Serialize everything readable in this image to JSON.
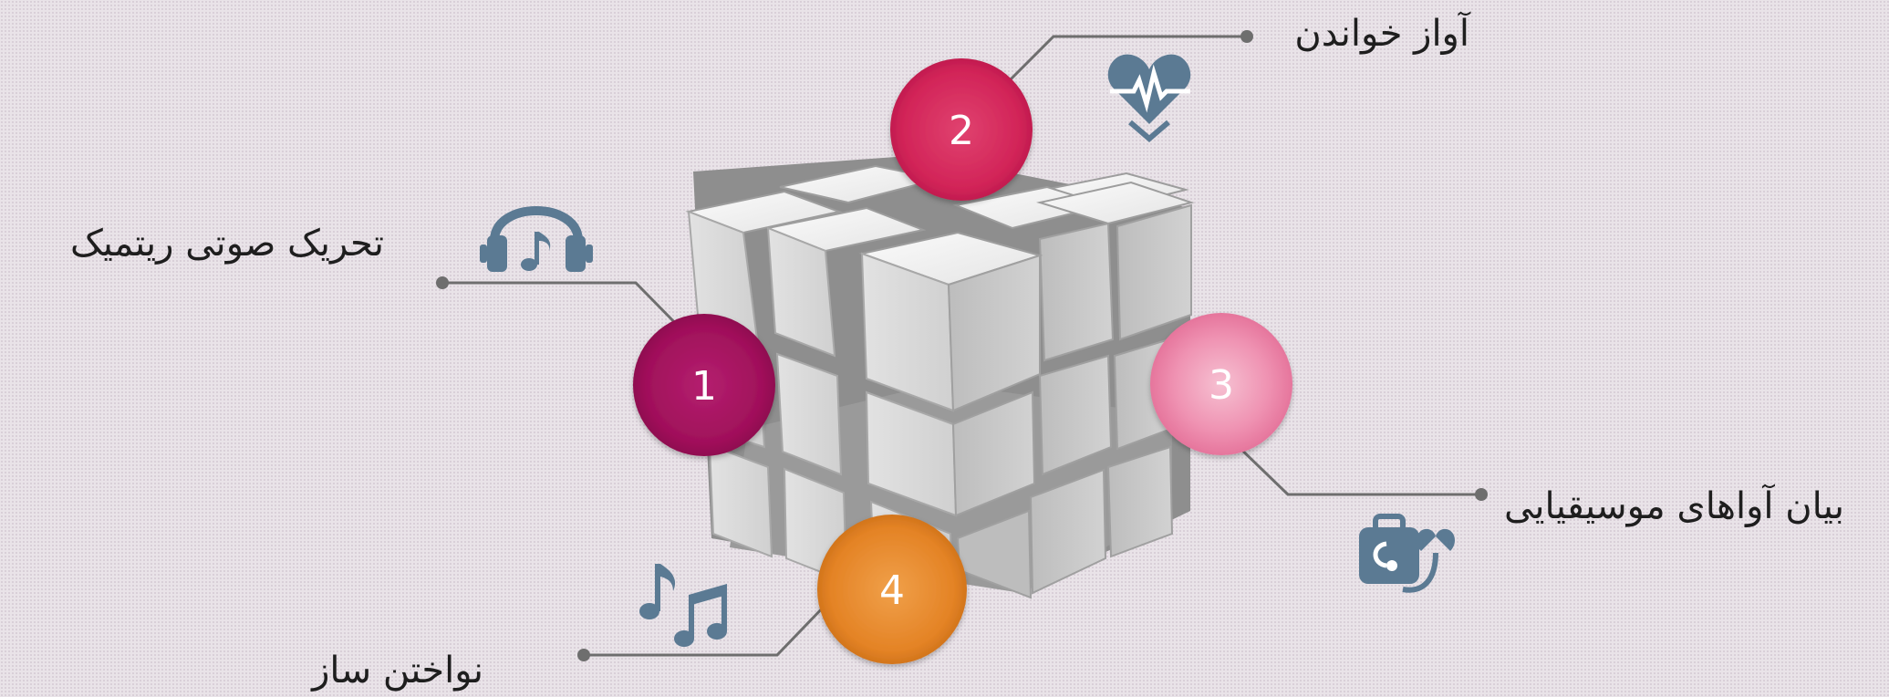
{
  "diagram": {
    "items": [
      {
        "number": "1",
        "label": "تحریک صوتی ریتمیک",
        "color": "#a0105a",
        "icon": "headphones-music-icon"
      },
      {
        "number": "2",
        "label": "آواز خواندن",
        "color": "#d22458",
        "icon": "heartbeat-icon"
      },
      {
        "number": "3",
        "label": "بیان آواهای موسیقیایی",
        "color": "#ee8aab",
        "icon": "medical-kit-stethoscope-icon"
      },
      {
        "number": "4",
        "label": "نواختن ساز",
        "color": "#e48325",
        "icon": "music-notes-icon"
      }
    ],
    "icon_color": "#5b7a93",
    "connector_color": "#6e6e6e"
  }
}
